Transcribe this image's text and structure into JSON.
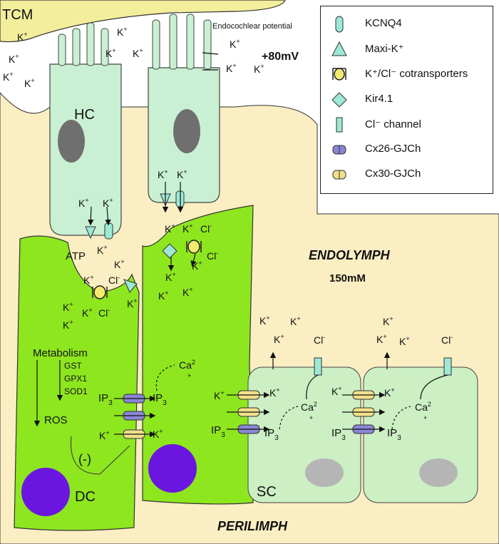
{
  "labels": {
    "tcm": "TCM",
    "endocochlear": "Endocochlear potential",
    "potential_value": "+80mV",
    "hc": "HC",
    "atp": "ATP",
    "endolymph": "ENDOLYMPH",
    "endolymph_conc": "150mM",
    "perilimph": "PERILIMPH",
    "dc": "DC",
    "sc": "SC",
    "metabolism": "Metabolism",
    "gst": "GST",
    "gpx1": "GPX1",
    "sod1": "SOD1",
    "ros": "ROS",
    "minus": "(-)",
    "k": "K",
    "cl": "Cl",
    "ca": "Ca",
    "ca_sup": "2",
    "ip": "IP",
    "ip_sub": "3",
    "plus": "+",
    "minus_sup": "-"
  },
  "legend": [
    {
      "icon": "kcnq4-icon",
      "label": "KCNQ4"
    },
    {
      "icon": "maxi-k-icon",
      "label": "Maxi-K⁺"
    },
    {
      "icon": "cotransporter-icon",
      "label": "K⁺/Cl⁻ cotransporters"
    },
    {
      "icon": "kir41-icon",
      "label": "Kir4.1"
    },
    {
      "icon": "cl-channel-icon",
      "label": "Cl⁻ channel"
    },
    {
      "icon": "cx26-icon",
      "label": "Cx26-GJCh"
    },
    {
      "icon": "cx30-icon",
      "label": "Cx30-GJCh"
    }
  ],
  "colors": {
    "tcm": "#f3ee9c",
    "background": "#fbeec3",
    "hair_cell": "#c9f0d3",
    "supporting_cell": "#ccefc4",
    "deiters_cell": "#8ee61f",
    "nucleus_gray": "#6f6f6f",
    "nucleus_purple": "#6a16e0",
    "sc_nucleus": "#b5b5b5",
    "channel": "#9ee8d6",
    "cx26": "#8a86d6",
    "cx30": "#f0e08a"
  }
}
